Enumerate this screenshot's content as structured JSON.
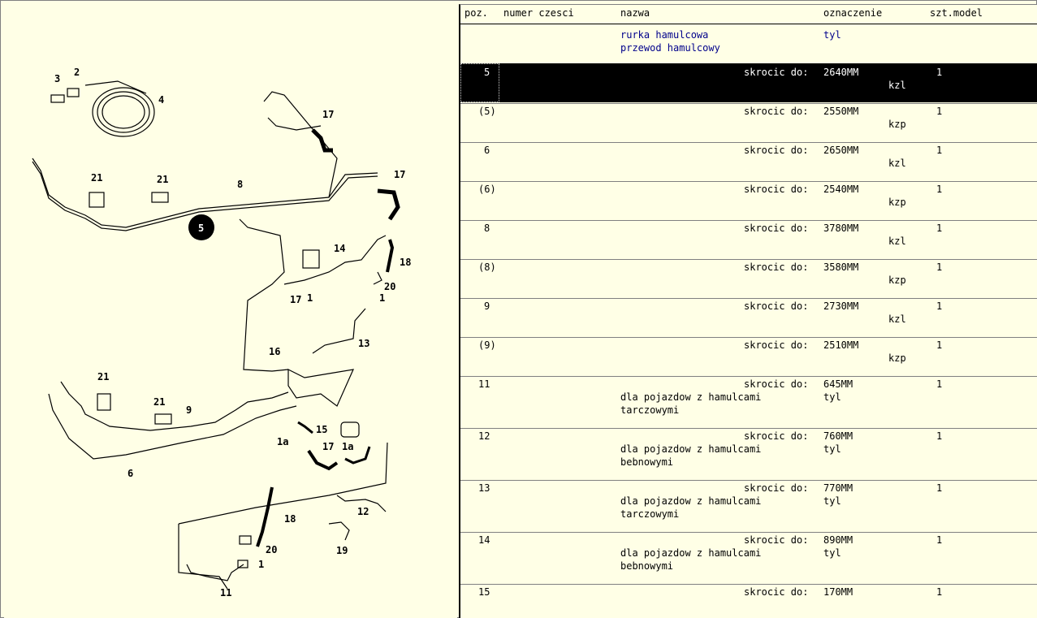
{
  "columns": {
    "pos": "poz.",
    "part_number": "numer czesci",
    "name": "nazwa",
    "designation": "oznaczenie",
    "qty_model": "szt.model"
  },
  "group": {
    "name_line1": "rurka hamulcowa",
    "name_line2": "przewod hamulcowy",
    "designation": "tyl"
  },
  "rows": [
    {
      "pos": "5",
      "text": "skrocic do:",
      "value": "2640MM",
      "code": "kzl",
      "qty": "1",
      "selected": true
    },
    {
      "pos": "(5)",
      "text": "skrocic do:",
      "value": "2550MM",
      "code": "kzp",
      "qty": "1"
    },
    {
      "pos": "6",
      "text": "skrocic do:",
      "value": "2650MM",
      "code": "kzl",
      "qty": "1"
    },
    {
      "pos": "(6)",
      "text": "skrocic do:",
      "value": "2540MM",
      "code": "kzp",
      "qty": "1"
    },
    {
      "pos": "8",
      "text": "skrocic do:",
      "value": "3780MM",
      "code": "kzl",
      "qty": "1"
    },
    {
      "pos": "(8)",
      "text": "skrocic do:",
      "value": "3580MM",
      "code": "kzp",
      "qty": "1"
    },
    {
      "pos": "9",
      "text": "skrocic do:",
      "value": "2730MM",
      "code": "kzl",
      "qty": "1"
    },
    {
      "pos": "(9)",
      "text": "skrocic do:",
      "value": "2510MM",
      "code": "kzp",
      "qty": "1"
    },
    {
      "pos": "11",
      "text": "skrocic do:",
      "value": "645MM",
      "qty": "1",
      "note1": "dla pojazdow z hamulcami",
      "note2": "tarczowymi",
      "note_des": "tyl"
    },
    {
      "pos": "12",
      "text": "skrocic do:",
      "value": "760MM",
      "qty": "1",
      "note1": "dla pojazdow z hamulcami",
      "note2": "bebnowymi",
      "note_des": "tyl"
    },
    {
      "pos": "13",
      "text": "skrocic do:",
      "value": "770MM",
      "qty": "1",
      "note1": "dla pojazdow z hamulcami",
      "note2": "tarczowymi",
      "note_des": "tyl"
    },
    {
      "pos": "14",
      "text": "skrocic do:",
      "value": "890MM",
      "qty": "1",
      "note1": "dla pojazdow z hamulcami",
      "note2": "bebnowymi",
      "note_des": "tyl"
    },
    {
      "pos": "15",
      "text": "skrocic do:",
      "value": "170MM",
      "qty": "1"
    }
  ],
  "diagram": {
    "callouts": [
      "3",
      "2",
      "4",
      "17",
      "21",
      "21",
      "8",
      "17",
      "5",
      "14",
      "18",
      "17",
      "1",
      "20",
      "1",
      "13",
      "16",
      "21",
      "21",
      "9",
      "15",
      "1a",
      "17",
      "1a",
      "6",
      "18",
      "12",
      "20",
      "19",
      "1",
      "11"
    ]
  },
  "colors": {
    "background": "#ffffe6",
    "group_text": "#00008b",
    "selection": "#000000"
  }
}
